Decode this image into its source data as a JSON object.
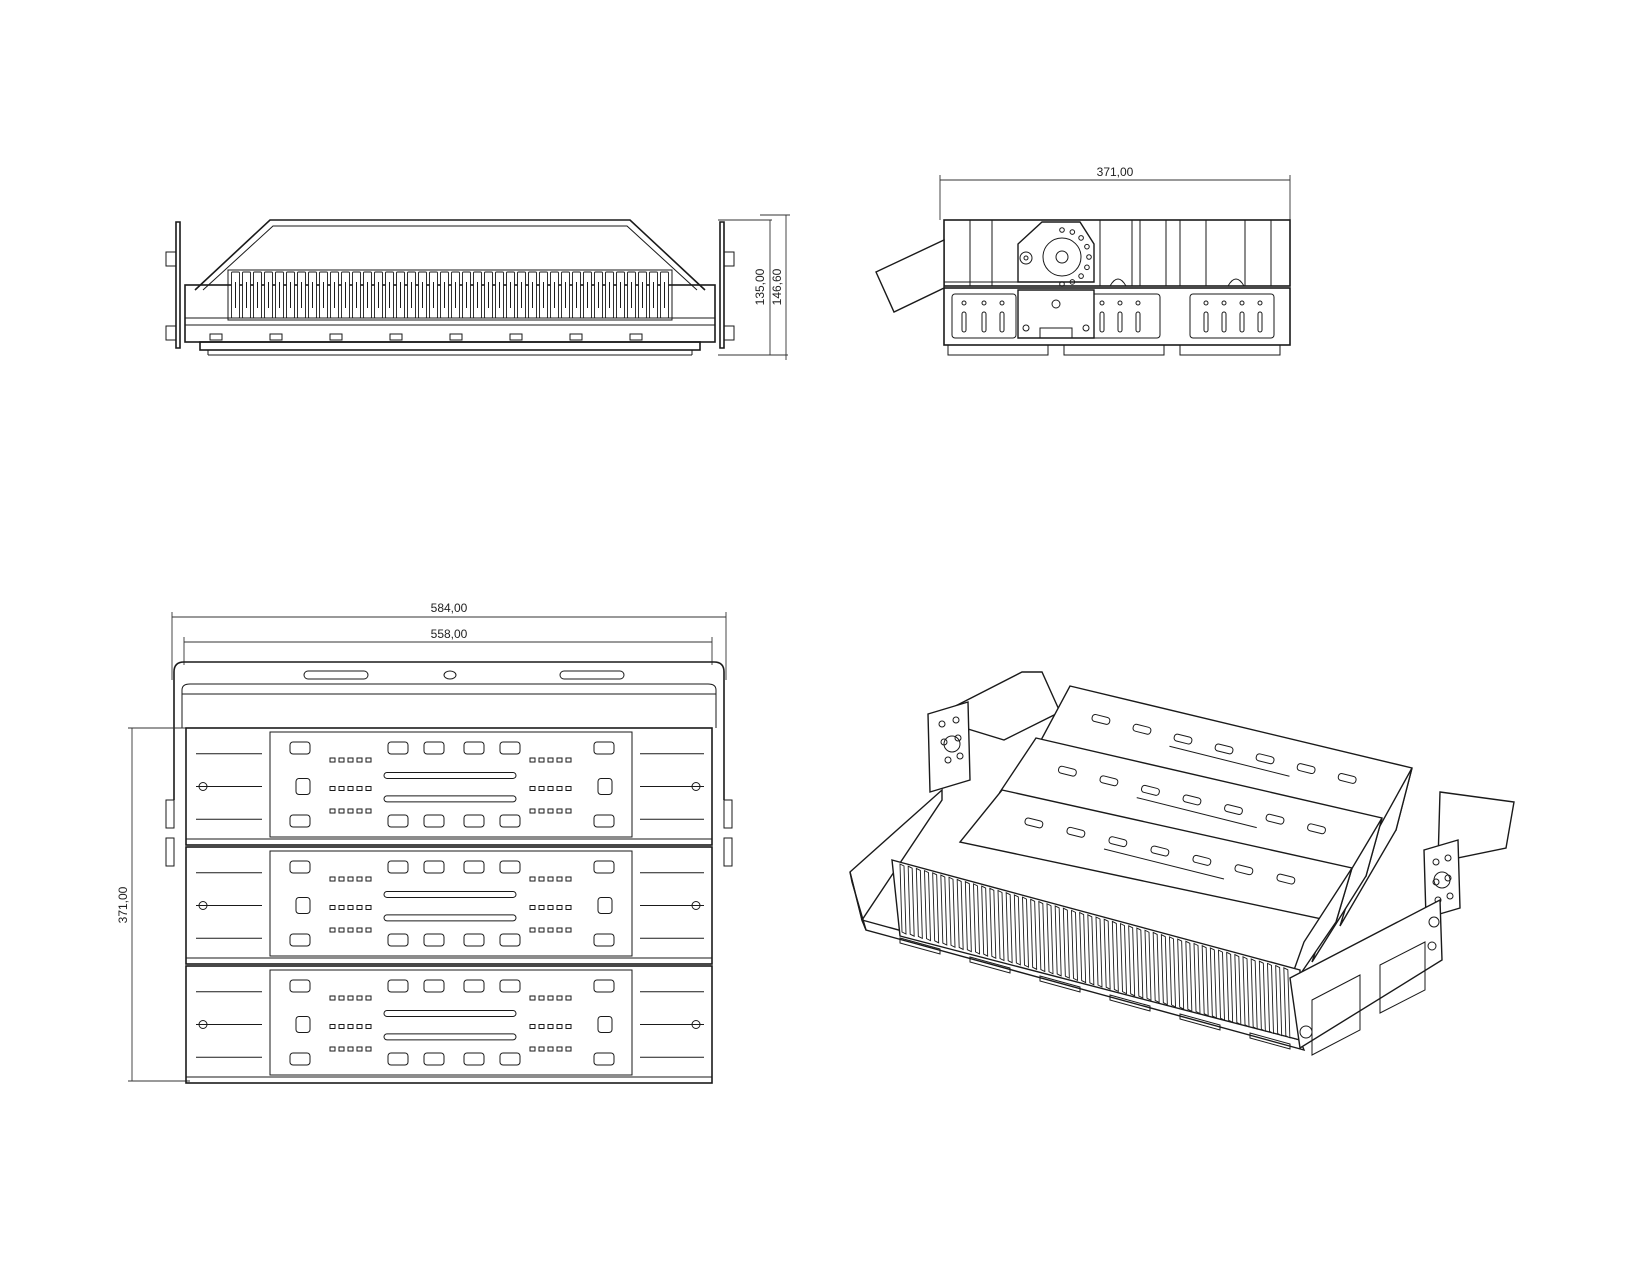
{
  "drawing": {
    "front_view": {
      "dim_height_inner": "135,00",
      "dim_height_outer": "146,60",
      "fin_count": 40
    },
    "side_view": {
      "dim_width": "371,00"
    },
    "top_view": {
      "dim_total_width": "584,00",
      "dim_body_width": "558,00",
      "dim_depth": "371,00",
      "module_count": 3
    },
    "iso_view": {
      "fin_count": 48,
      "module_count": 3
    },
    "colors": {
      "line": "#1a1a1a",
      "background": "#ffffff"
    }
  }
}
